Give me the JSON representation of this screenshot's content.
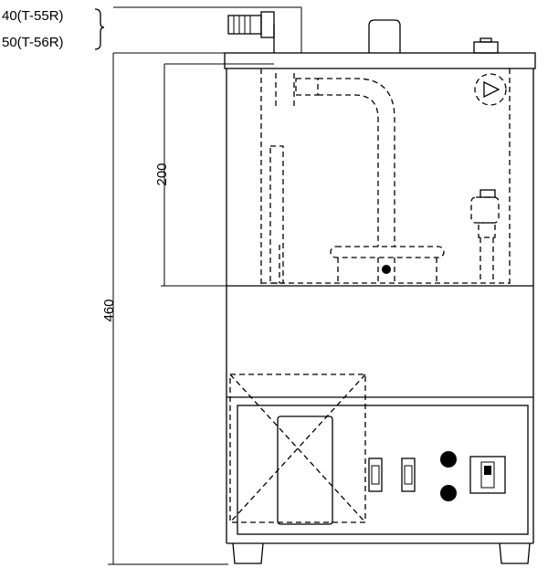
{
  "labels": {
    "top_option_1": "40(T-55R)",
    "top_option_2": "50(T-56R)",
    "dim_inner_height": "200",
    "dim_total_height": "460"
  }
}
